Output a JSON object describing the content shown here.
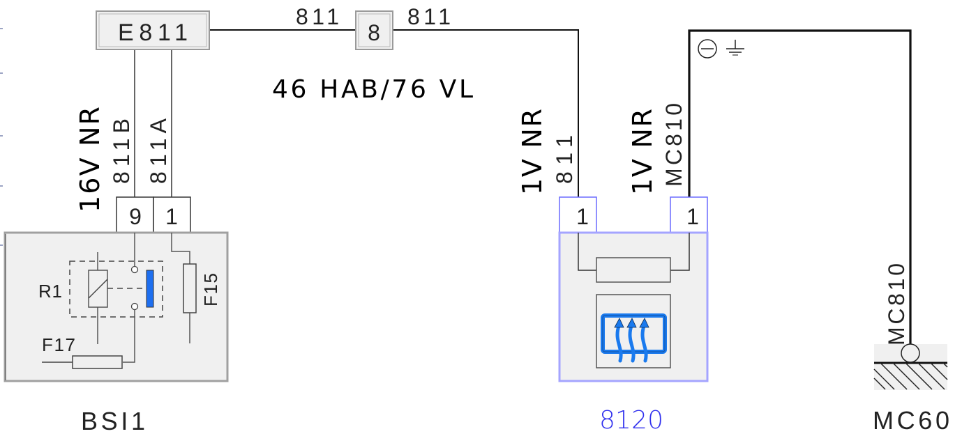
{
  "diagram": {
    "colors": {
      "component_fill": "#f0f0f0",
      "component_border_gray": "#a0a0a0",
      "component_border_blue": "#a4a4ff",
      "connector_border_blue": "#6a6aff",
      "relay_contact_blue": "#1e6ff0",
      "icon_blue": "#1a7aee",
      "label_blue": "#3030ee",
      "wire": "#555555"
    },
    "connector_e811": {
      "label": "E811"
    },
    "connector_8": {
      "label": "8"
    },
    "wire_labels": {
      "top_left_811": "811",
      "top_right_811": "811",
      "harness_note": "46 HAB/76 VL",
      "bsi_left_spec": "16V NR",
      "bsi_left_wire": "811B",
      "bsi_right_wire": "811A",
      "c8120_left_spec": "1V NR",
      "c8120_left_wire": "811",
      "c8120_right_spec": "1V NR",
      "c8120_right_wire": "MC810",
      "ground_wire": "MC810"
    },
    "bsi1": {
      "name": "BSI1",
      "pins": [
        "9",
        "1"
      ],
      "relay_label": "R1",
      "fuse_vertical_label": "F15",
      "fuse_horizontal_label": "F17"
    },
    "c8120": {
      "name": "8120",
      "pins": [
        "1",
        "1"
      ],
      "icon": "rear-defrost-icon"
    },
    "mc60": {
      "name": "MC60",
      "symbols": [
        "negative-terminal-icon",
        "ground-icon"
      ]
    }
  }
}
